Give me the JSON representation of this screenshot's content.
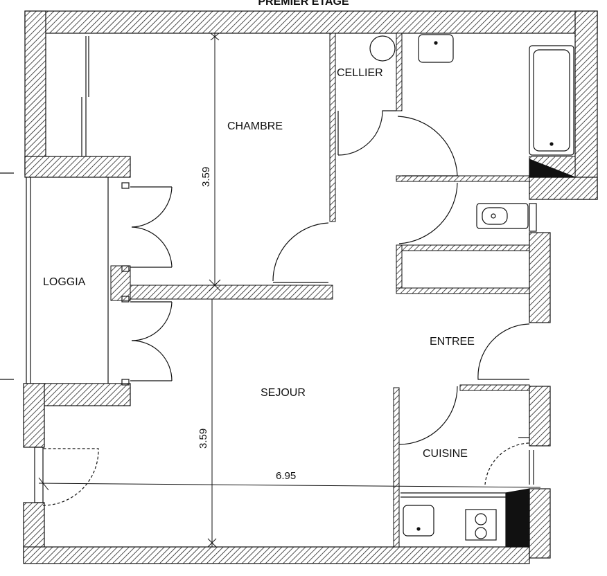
{
  "plan": {
    "title": "PREMIER ETAGE",
    "rooms": {
      "chambre": "CHAMBRE",
      "cellier": "CELLIER",
      "loggia": "LOGGIA",
      "entree": "ENTREE",
      "sejour": "SEJOUR",
      "cuisine": "CUISINE"
    },
    "dimensions": {
      "chambre_depth": "3.59",
      "sejour_depth": "3.59",
      "total_width": "6.95"
    },
    "colors": {
      "wall_hatch": "#222222",
      "line": "#111111",
      "background": "#ffffff"
    }
  }
}
